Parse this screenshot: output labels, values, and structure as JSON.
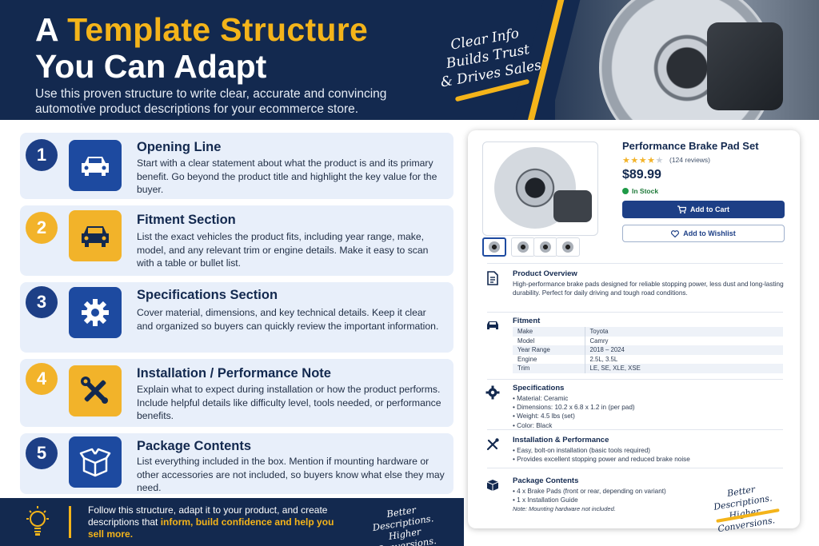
{
  "header": {
    "title_prefix": "A ",
    "title_accent": "Template Structure",
    "title_line2": "You Can Adapt",
    "subtitle": "Use this proven structure to write clear, accurate and convincing automotive product descriptions for your ecommerce store.",
    "tagline_lines": [
      "Clear Info",
      "Builds Trust",
      "& Drives Sales"
    ]
  },
  "steps": [
    {
      "number": "1",
      "title": "Opening Line",
      "body": "Start with a clear statement about what the product is and its primary benefit. Go beyond the product title and highlight the key value for the buyer.",
      "icon": "car-icon"
    },
    {
      "number": "2",
      "title": "Fitment Section",
      "body": "List the exact vehicles the product fits, including year range, make, model, and any relevant trim or engine details. Make it easy to scan with a table or bullet list.",
      "icon": "car-front-icon"
    },
    {
      "number": "3",
      "title": "Specifications Section",
      "body": "Cover material, dimensions, and key technical details. Keep it clear and organized so buyers can quickly review the important information.",
      "icon": "gear-icon"
    },
    {
      "number": "4",
      "title": "Installation / Performance Note",
      "body": "Explain what to expect during installation or how the product performs. Include helpful details like difficulty level, tools needed, or performance benefits.",
      "icon": "tools-icon"
    },
    {
      "number": "5",
      "title": "Package Contents",
      "body": "List everything included in the box. Mention if mounting hardware or other accessories are not included, so buyers know what else they may need.",
      "icon": "box-icon"
    }
  ],
  "footer": {
    "text_part1": "Follow this structure, adapt it to your product, and create descriptions that ",
    "text_highlight": "inform, build confidence and help you sell more.",
    "tagline_lines": [
      "Better Descriptions.",
      "Higher Conversions."
    ]
  },
  "product": {
    "name": "Performance Brake Pad Set",
    "rating": 4,
    "reviews": "(124 reviews)",
    "price": "$89.99",
    "stock": "In Stock",
    "add_to_cart": "Add to Cart",
    "add_to_wishlist": "Add to Wishlist",
    "overview": {
      "title": "Product Overview",
      "body": "High-performance brake pads designed for reliable stopping power, less dust and long-lasting durability. Perfect for daily driving and tough road conditions."
    },
    "fitment": {
      "title": "Fitment",
      "rows": [
        {
          "key": "Make",
          "value": "Toyota"
        },
        {
          "key": "Model",
          "value": "Camry"
        },
        {
          "key": "Year Range",
          "value": "2018 – 2024"
        },
        {
          "key": "Engine",
          "value": "2.5L, 3.5L"
        },
        {
          "key": "Trim",
          "value": "LE, SE, XLE, XSE"
        }
      ]
    },
    "specifications": {
      "title": "Specifications",
      "items": [
        "Material: Ceramic",
        "Dimensions: 10.2 x 6.8 x 1.2 in (per pad)",
        "Weight: 4.5 lbs (set)",
        "Color: Black"
      ]
    },
    "installation": {
      "title": "Installation & Performance",
      "items": [
        "Easy, bolt-on installation (basic tools required)",
        "Provides excellent stopping power and reduced brake noise"
      ]
    },
    "package": {
      "title": "Package Contents",
      "items": [
        "4 x Brake Pads (front or rear, depending on variant)",
        "1 x Installation Guide"
      ],
      "note": "Note: Mounting hardware not included."
    },
    "tagline_lines": [
      "Better Descriptions.",
      "Higher Conversions."
    ]
  }
}
